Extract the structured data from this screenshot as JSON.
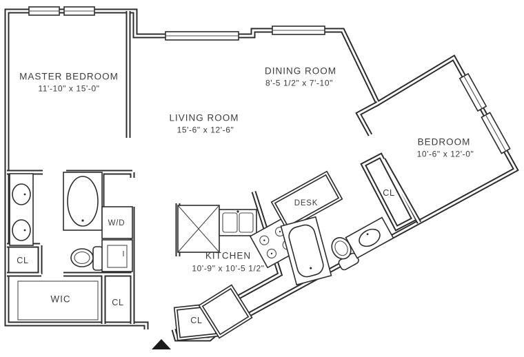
{
  "plan": {
    "title": "apartment-floor-plan",
    "rooms": [
      {
        "name": "MASTER BEDROOM",
        "dims": "11'-10\" x 15'-0\""
      },
      {
        "name": "DINING ROOM",
        "dims": "8'-5 1/2\" x  7'-10\""
      },
      {
        "name": "LIVING ROOM",
        "dims": "15'-6\" x  12'-6\""
      },
      {
        "name": "BEDROOM",
        "dims": "10'-6\" x  12'-0\""
      },
      {
        "name": "KITCHEN",
        "dims": "10'-9\" x 10'-5 1/2\""
      }
    ],
    "labels": {
      "desk": "DESK",
      "washer_dryer": "W/D",
      "walk_in_closet": "WIC",
      "closet": "CL"
    },
    "colors": {
      "wall": "#2d2d2d",
      "background": "#ffffff",
      "text": "#3c3c3c",
      "entry_marker": "#1a1a1a"
    }
  }
}
